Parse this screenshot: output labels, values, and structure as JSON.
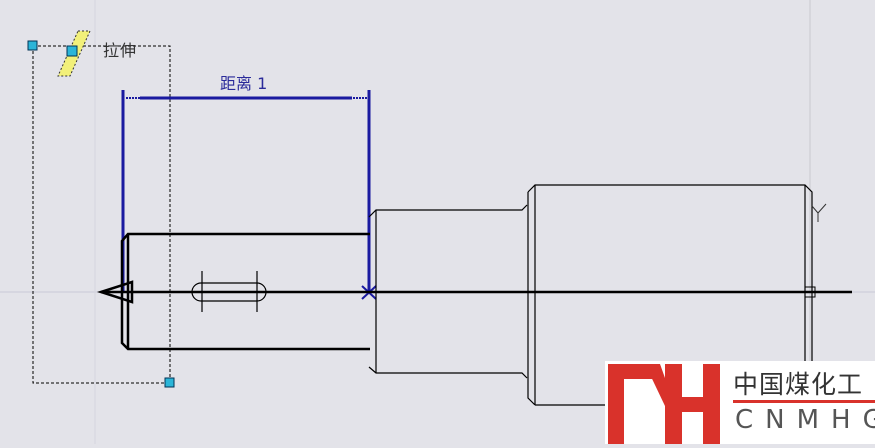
{
  "feature": {
    "label": "拉伸",
    "icon": "extrude-icon"
  },
  "dimension": {
    "label": "距离 1"
  },
  "axis_label": "Y",
  "watermark": {
    "chinese": "中国煤化工",
    "english": "CNMHG",
    "mark": "MH",
    "color": "#d9322b"
  },
  "colors": {
    "background": "#e3e3e9",
    "dimension": "#1a1aa0",
    "geometry": "#000000",
    "handle": "#2bb5d8"
  }
}
